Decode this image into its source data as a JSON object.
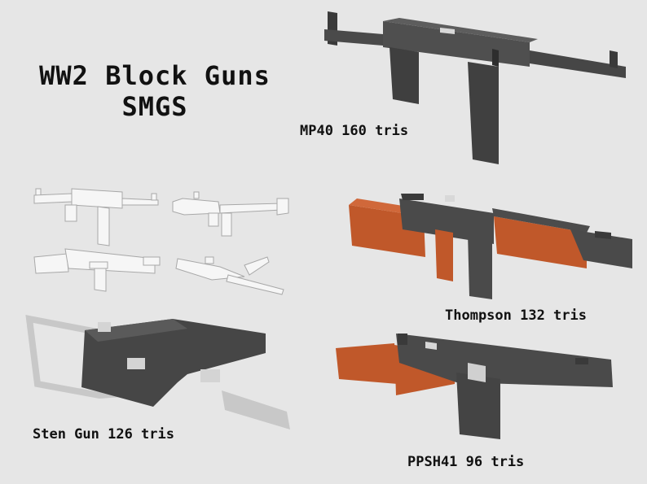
{
  "title": {
    "line1": "WW2 Block Guns",
    "line2": "SMGS"
  },
  "models": [
    {
      "name": "MP40",
      "tris_label": "MP40 160 tris"
    },
    {
      "name": "Thompson",
      "tris_label": "Thompson 132 tris"
    },
    {
      "name": "Sten Gun",
      "tris_label": "Sten Gun 126 tris"
    },
    {
      "name": "PPSH41",
      "tris_label": "PPSH41 96 tris"
    }
  ],
  "colors": {
    "background": "#e6e6e6",
    "metal": "#4a4a4a",
    "metal_dark": "#333333",
    "wood": "#c0582a",
    "wood_dark": "#8e3e1c",
    "wireframe": "#b5b5b5",
    "light_parts": "#d2d2d2"
  }
}
